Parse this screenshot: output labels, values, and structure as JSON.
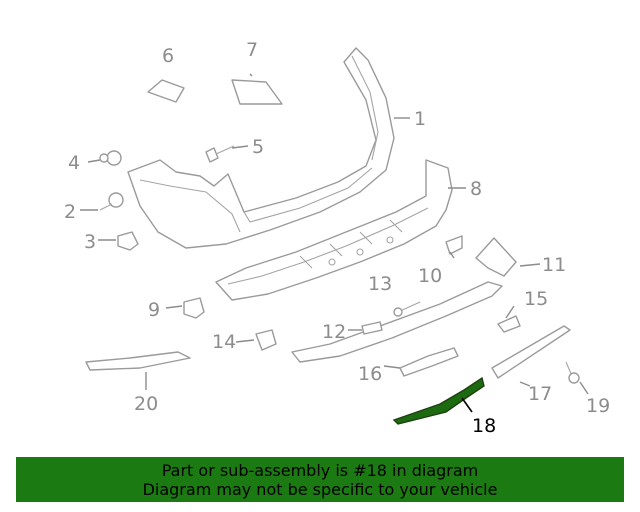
{
  "diagram": {
    "highlight_color": "#1c6b10",
    "labels": [
      {
        "id": "1",
        "text": "1"
      },
      {
        "id": "2",
        "text": "2"
      },
      {
        "id": "3",
        "text": "3"
      },
      {
        "id": "4",
        "text": "4"
      },
      {
        "id": "5",
        "text": "5"
      },
      {
        "id": "6",
        "text": "6"
      },
      {
        "id": "7",
        "text": "7"
      },
      {
        "id": "8",
        "text": "8"
      },
      {
        "id": "9",
        "text": "9"
      },
      {
        "id": "10",
        "text": "10"
      },
      {
        "id": "11",
        "text": "11"
      },
      {
        "id": "12",
        "text": "12"
      },
      {
        "id": "13",
        "text": "13"
      },
      {
        "id": "14",
        "text": "14"
      },
      {
        "id": "15",
        "text": "15"
      },
      {
        "id": "16",
        "text": "16"
      },
      {
        "id": "17",
        "text": "17"
      },
      {
        "id": "18",
        "text": "18"
      },
      {
        "id": "19",
        "text": "19"
      },
      {
        "id": "20",
        "text": "20"
      }
    ],
    "highlighted_part": "18"
  },
  "banner": {
    "line1": "Part or sub-assembly is #18 in diagram",
    "line2": "Diagram may not be specific to your vehicle",
    "background": "#1c7a12"
  }
}
